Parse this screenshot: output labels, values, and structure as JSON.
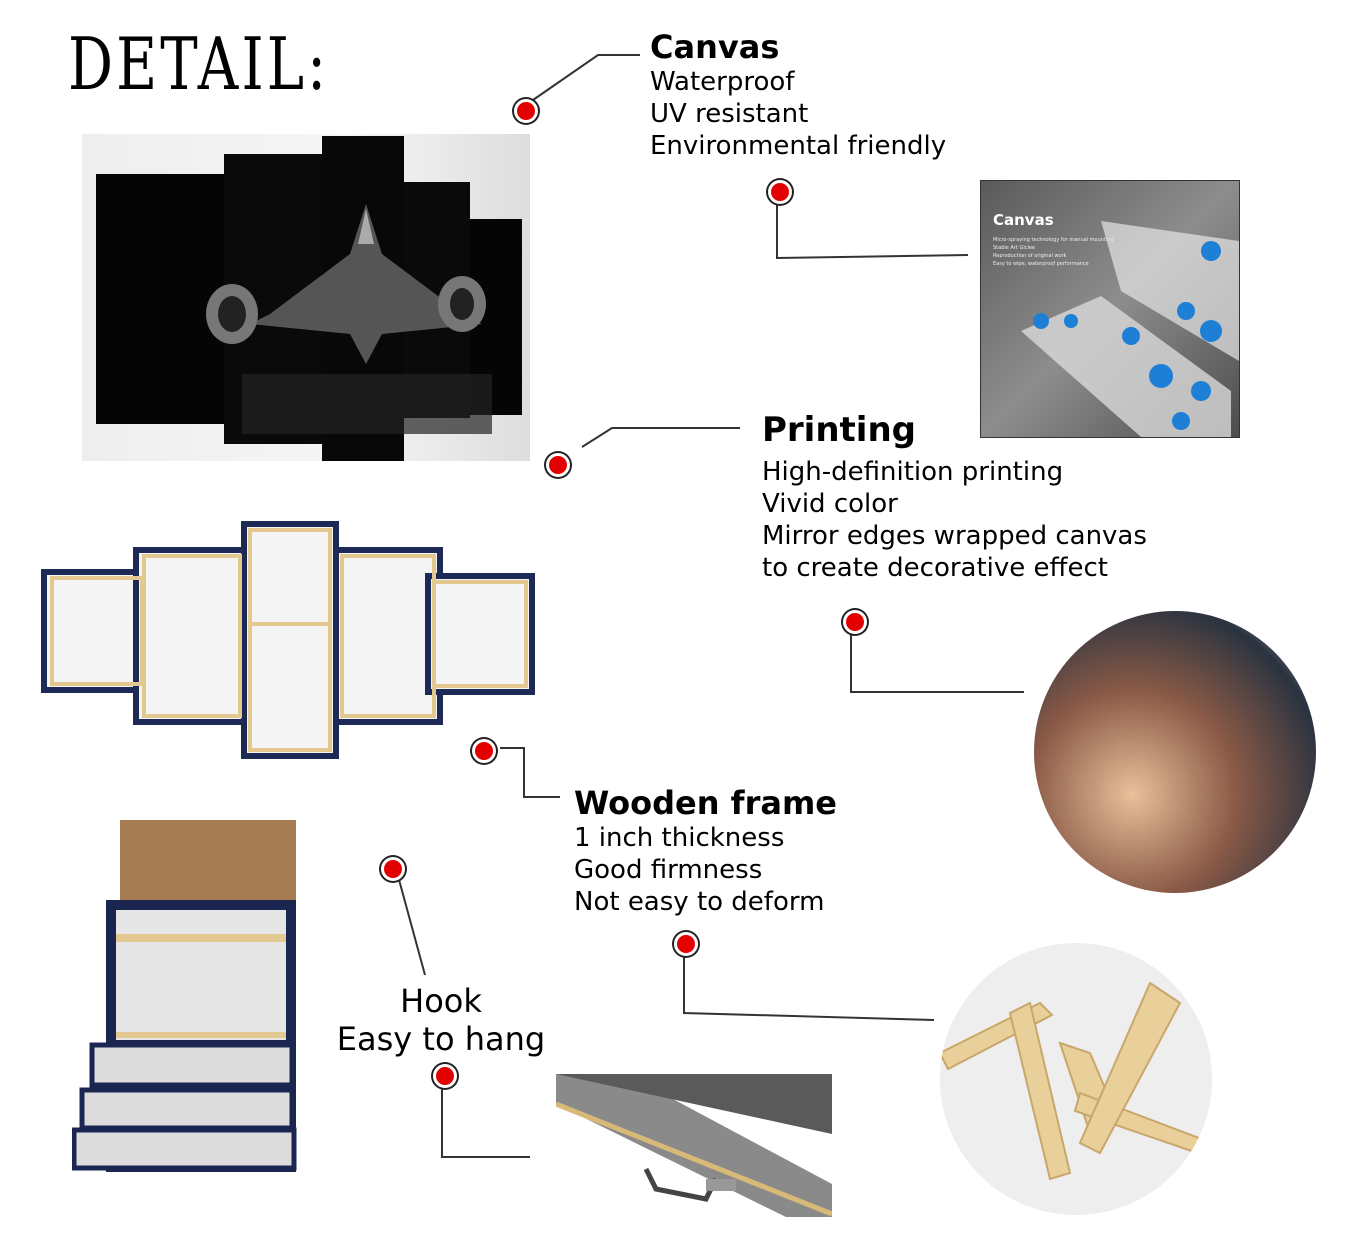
{
  "title": "DETAIL:",
  "sections": {
    "canvas": {
      "heading": "Canvas",
      "lines": [
        "Waterproof",
        "UV resistant",
        "Environmental friendly"
      ]
    },
    "printing": {
      "heading": "Printing",
      "lines": [
        "High-definition printing",
        "Vivid color",
        "Mirror edges wrapped canvas",
        "to create decorative effect"
      ]
    },
    "frame": {
      "heading": "Wooden frame",
      "lines": [
        "1 inch thickness",
        "Good firmness",
        "Not easy to deform"
      ]
    },
    "hook": {
      "heading": "Hook",
      "lines": [
        "Easy to hang"
      ]
    }
  },
  "canvas_photo": {
    "label": "Canvas",
    "lines": [
      "Micro-spraying technology for manual mounting",
      "Stable Art Giclee",
      "Reproduction of original work",
      "Easy to wipe, waterproof performance"
    ]
  },
  "colors": {
    "dot": "#e30000",
    "accent_flower": "#1e7fd6"
  }
}
